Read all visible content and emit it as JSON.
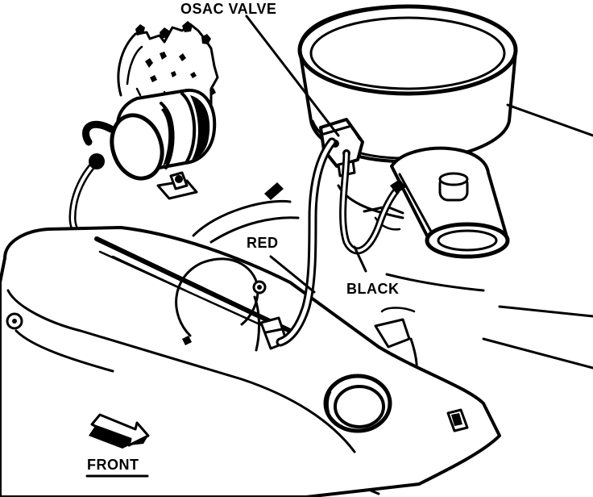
{
  "labels": {
    "osac_valve": "OSAC VALVE",
    "red": "RED",
    "black": "BLACK",
    "front": "FRONT"
  },
  "colors": {
    "ink": "#000000",
    "paper": "#ffffff"
  },
  "icons": {
    "front_arrow": "arrow-right-icon"
  }
}
